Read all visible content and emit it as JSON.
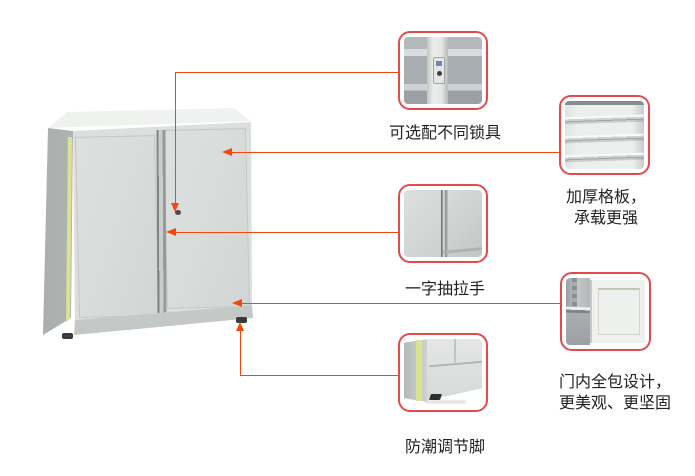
{
  "colors": {
    "background": "#ffffff",
    "thumb_border": "#e34b4b",
    "connector": "#f4470b",
    "label_text": "#222222",
    "cabinet_front": "#dcdfdd",
    "cabinet_side": "#bcc1bf",
    "edge_strip": "#dce293"
  },
  "callouts": {
    "lock": {
      "label": "可选配不同锁具"
    },
    "shelf": {
      "label": "加厚格板，\n承载更强"
    },
    "handle": {
      "label": "一字抽拉手"
    },
    "door": {
      "label": "门内全包设计，\n更美观、更坚固"
    },
    "feet": {
      "label": "防潮调节脚"
    }
  }
}
